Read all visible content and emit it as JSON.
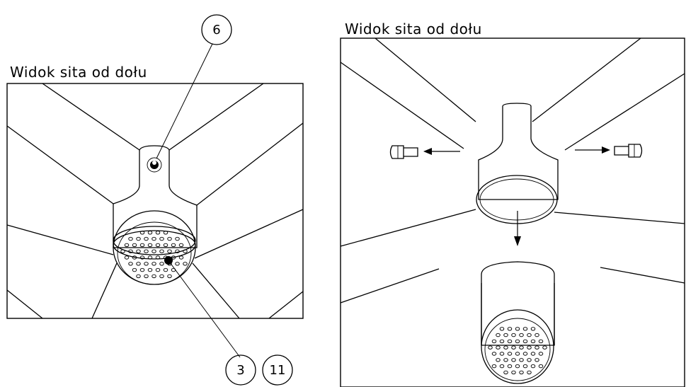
{
  "left_view": {
    "title": "Widok sita od dołu",
    "callouts": [
      {
        "id": "callout-6",
        "label": "6"
      },
      {
        "id": "callout-3",
        "label": "3"
      },
      {
        "id": "callout-11",
        "label": "11"
      }
    ]
  },
  "right_view": {
    "title": "Widok sita od dołu"
  },
  "colors": {
    "line": "#000000",
    "background": "#ffffff"
  }
}
